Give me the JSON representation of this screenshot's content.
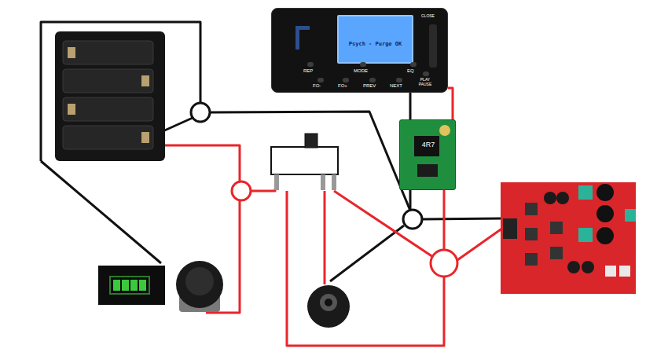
{
  "diagram": {
    "nodes": [
      {
        "text": [
          "Psych - Purge OK",
          "REP",
          "MODE",
          "EQ",
          "FO-",
          "FO+",
          "PREV",
          "NEXT",
          "PLAY PAUSE",
          "CLOSE"
        ]
      },
      {
        "text": [
          "4R7"
        ]
      }
    ],
    "edges": [
      {
        "from": 0,
        "to": 1,
        "arrow": "none"
      },
      {
        "from": 0,
        "to": 1,
        "arrow": "none"
      }
    ]
  }
}
